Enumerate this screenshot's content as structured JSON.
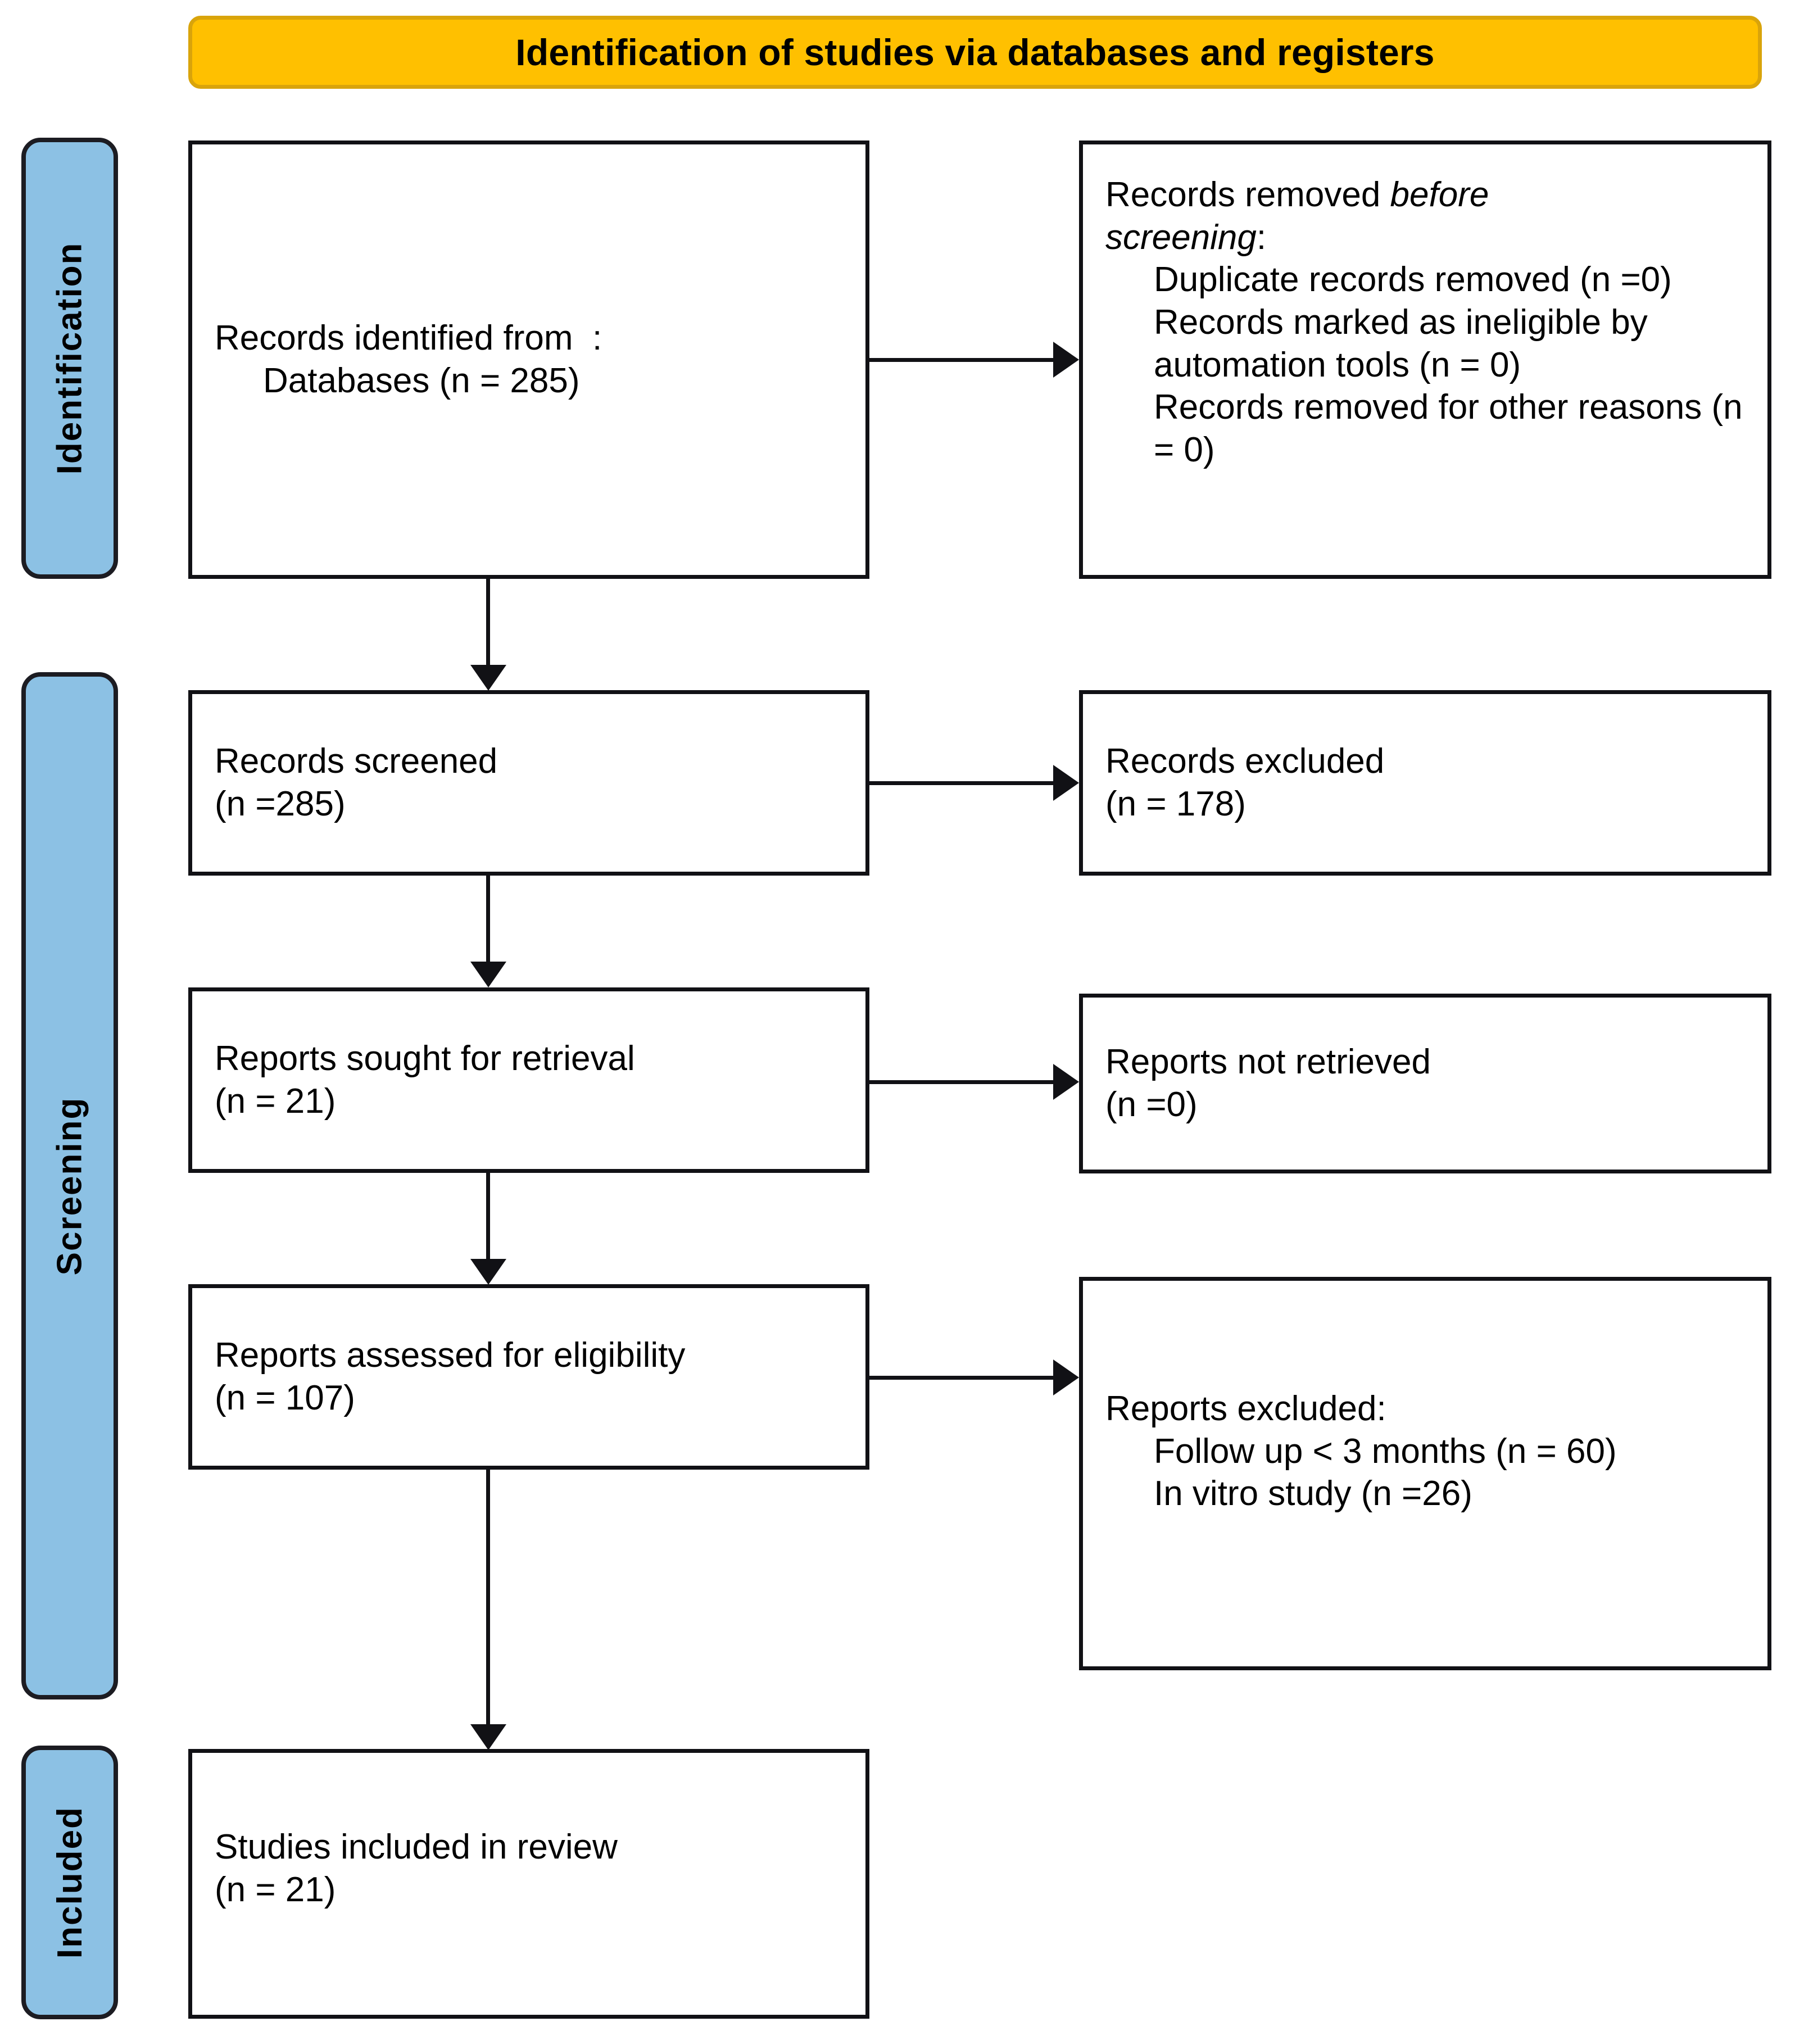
{
  "header": {
    "title": "Identification of studies via databases and registers",
    "bg_color": "#FFC000",
    "border_color": "#D9A40B"
  },
  "stages": [
    {
      "key": "identification",
      "label": "Identification"
    },
    {
      "key": "screening",
      "label": "Screening"
    },
    {
      "key": "included",
      "label": "Included"
    }
  ],
  "stage_color": "#8CC1E4",
  "boxes": {
    "identified": {
      "line1": "Records identified from  :",
      "line2": "Databases (n = 285)"
    },
    "removed_before": {
      "line1_a": "Records removed ",
      "line1_em": "before",
      "line2_em": "screening",
      "line2_b": ":",
      "item1": "Duplicate records removed (n =0)",
      "item2": "Records marked as ineligible by automation tools (n = 0)",
      "item3": "Records removed for other reasons (n = 0)"
    },
    "screened": {
      "line1": "Records screened",
      "line2": "(n =285)"
    },
    "excluded": {
      "line1": "Records excluded",
      "line2": "(n = 178)"
    },
    "sought": {
      "line1": "Reports sought for retrieval",
      "line2": "(n = 21)"
    },
    "not_retrieved": {
      "line1": "Reports not retrieved",
      "line2": "(n =0)"
    },
    "assessed": {
      "line1": "Reports assessed for eligibility",
      "line2": "(n = 107)"
    },
    "reports_excluded": {
      "line1": "Reports excluded:",
      "item1": "Follow up < 3 months (n = 60)",
      "item2": "In vitro study (n =26)"
    },
    "included_review": {
      "line1": "Studies included in review",
      "line2": "(n = 21)"
    }
  },
  "chart_data": {
    "type": "diagram",
    "title": "Identification of studies via databases and registers",
    "diagram_kind": "PRISMA-2020-flow",
    "nodes": [
      {
        "id": "identified",
        "stage": "Identification",
        "label": "Records identified from : Databases",
        "n": 285
      },
      {
        "id": "removed_before",
        "stage": "Identification",
        "label": "Records removed before screening",
        "duplicate_records_removed": 0,
        "marked_ineligible_by_automation": 0,
        "removed_other_reasons": 0
      },
      {
        "id": "screened",
        "stage": "Screening",
        "label": "Records screened",
        "n": 285
      },
      {
        "id": "excluded",
        "stage": "Screening",
        "label": "Records excluded",
        "n": 178
      },
      {
        "id": "sought",
        "stage": "Screening",
        "label": "Reports sought for retrieval",
        "n": 21
      },
      {
        "id": "not_retrieved",
        "stage": "Screening",
        "label": "Reports not retrieved",
        "n": 0
      },
      {
        "id": "assessed",
        "stage": "Screening",
        "label": "Reports assessed for eligibility",
        "n": 107
      },
      {
        "id": "reports_excluded",
        "stage": "Screening",
        "label": "Reports excluded",
        "follow_up_lt_3_months": 60,
        "in_vitro_study": 26
      },
      {
        "id": "included_review",
        "stage": "Included",
        "label": "Studies included in review",
        "n": 21
      }
    ],
    "edges": [
      {
        "from": "identified",
        "to": "removed_before",
        "direction": "right"
      },
      {
        "from": "identified",
        "to": "screened",
        "direction": "down"
      },
      {
        "from": "screened",
        "to": "excluded",
        "direction": "right"
      },
      {
        "from": "screened",
        "to": "sought",
        "direction": "down"
      },
      {
        "from": "sought",
        "to": "not_retrieved",
        "direction": "right"
      },
      {
        "from": "sought",
        "to": "assessed",
        "direction": "down"
      },
      {
        "from": "assessed",
        "to": "reports_excluded",
        "direction": "right"
      },
      {
        "from": "assessed",
        "to": "included_review",
        "direction": "down"
      }
    ]
  }
}
